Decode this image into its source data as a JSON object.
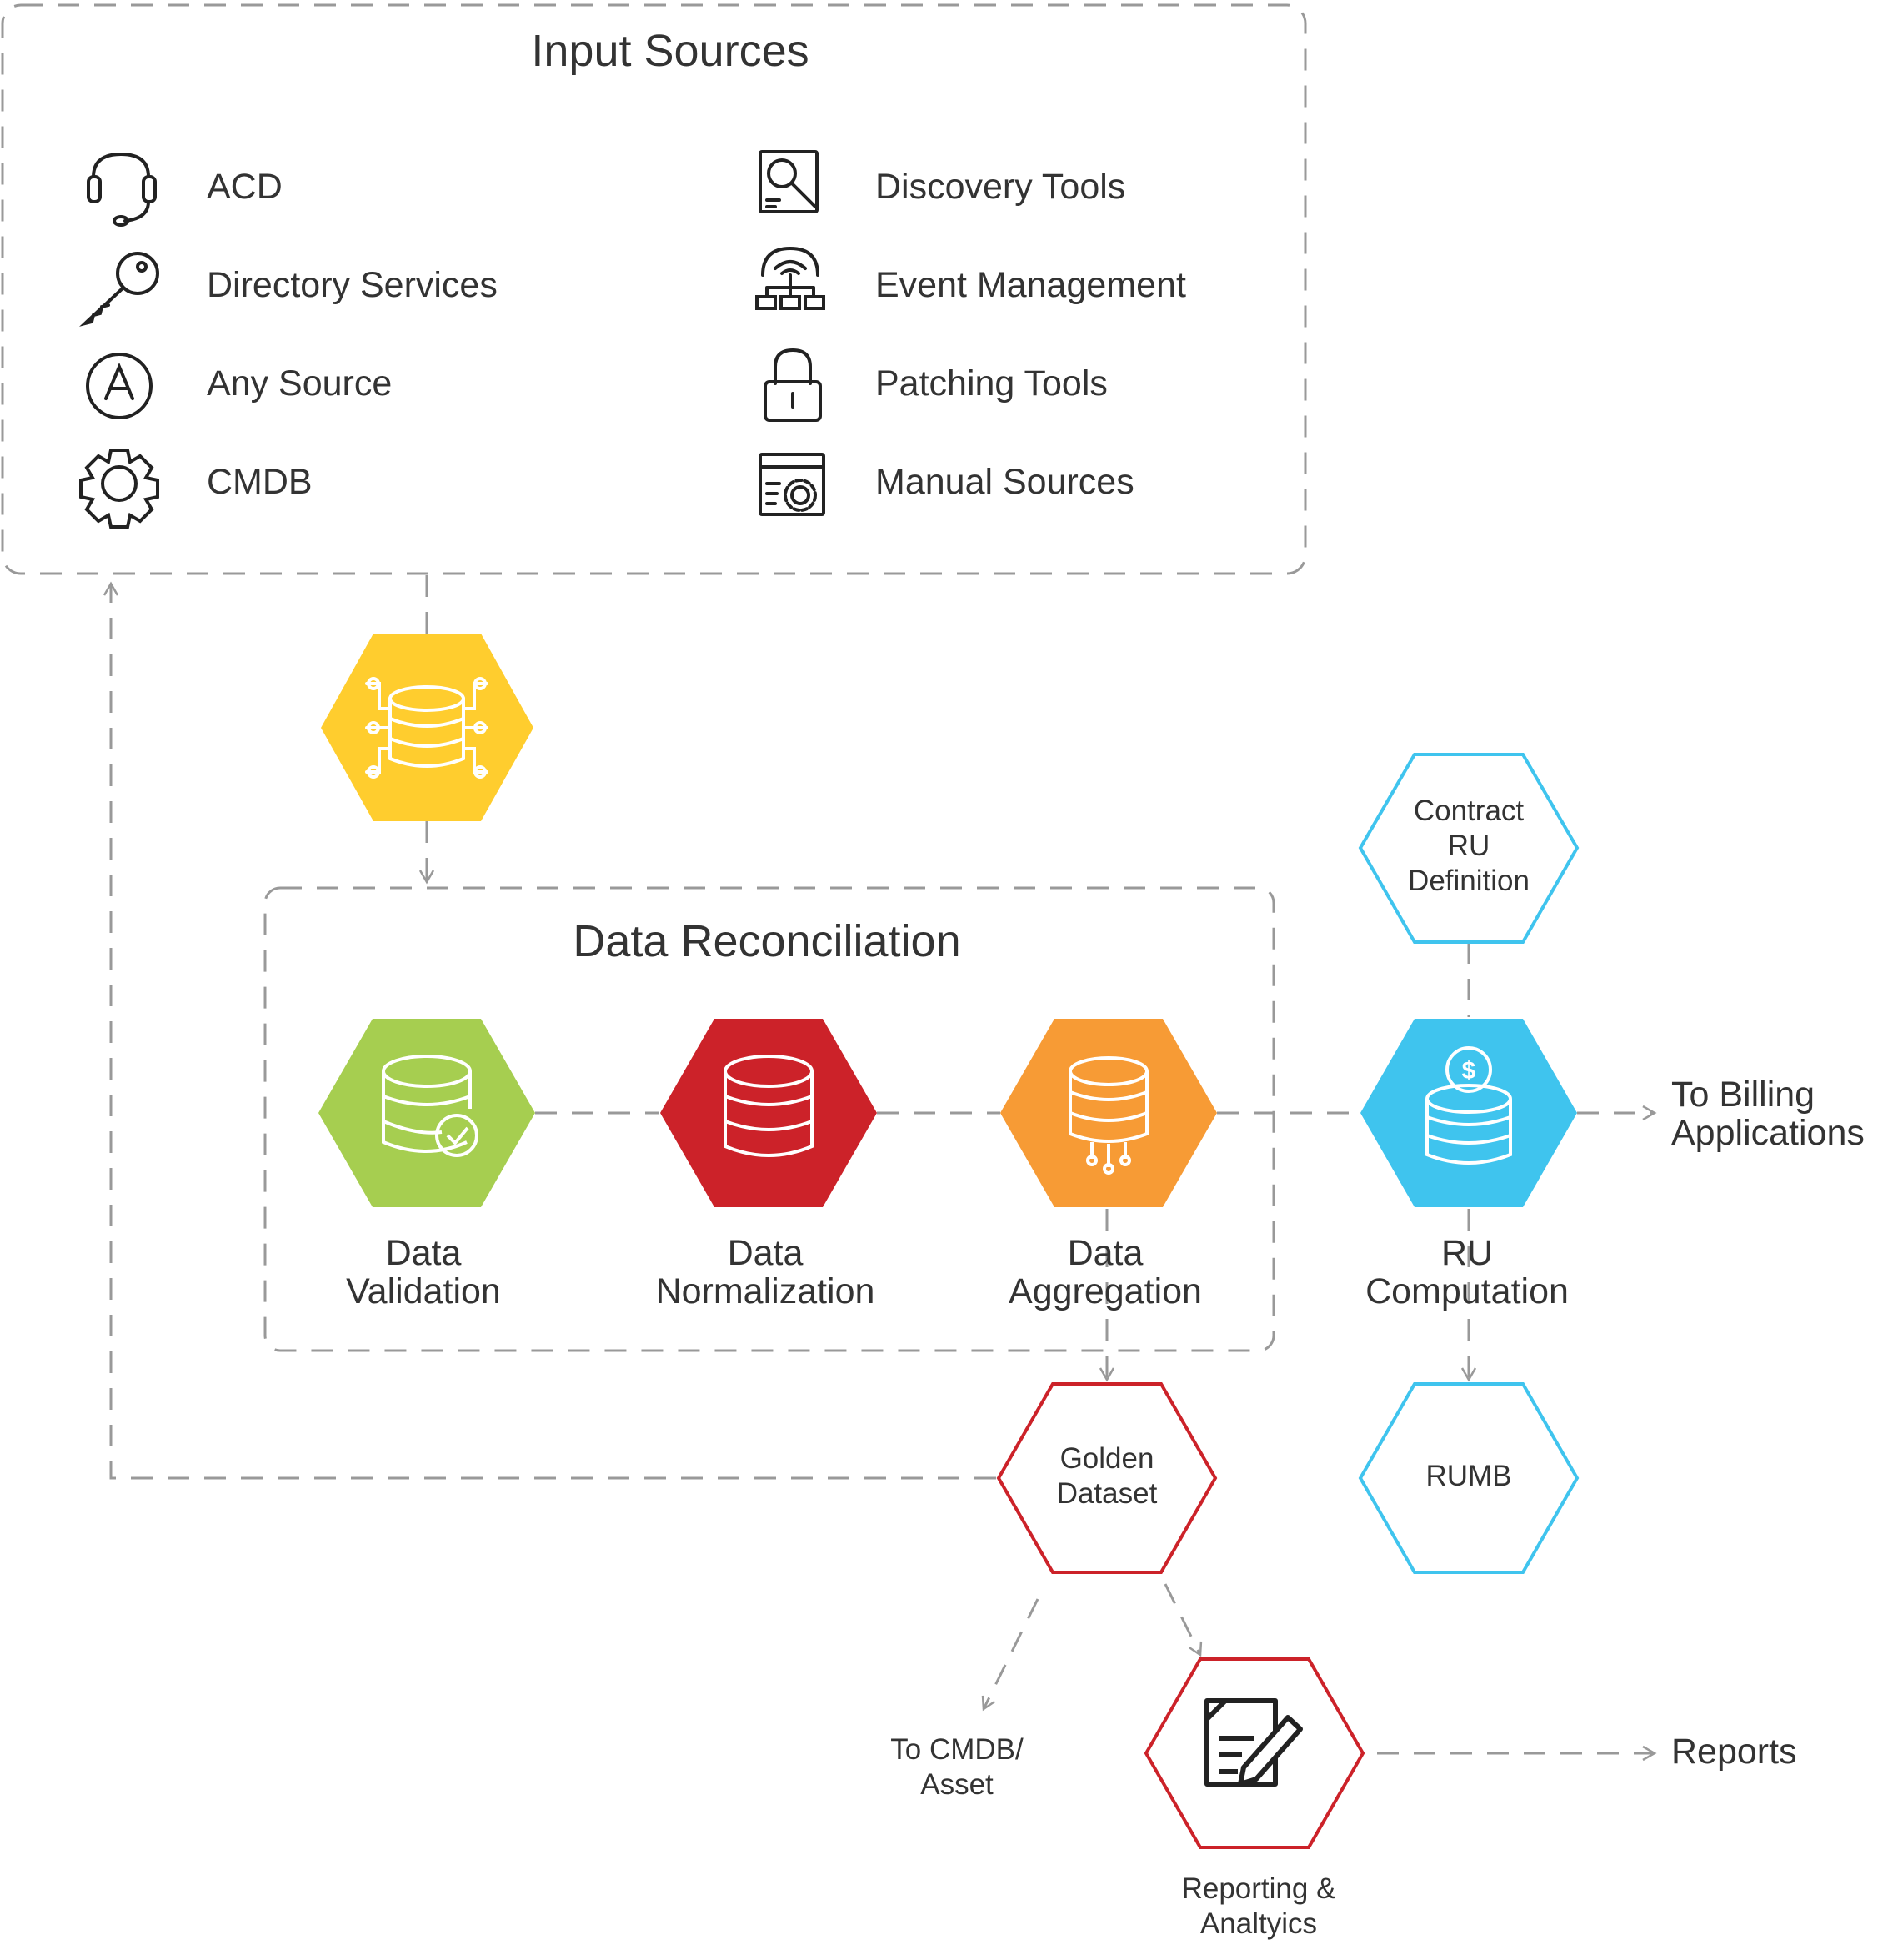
{
  "input_sources": {
    "title": "Input Sources",
    "left": [
      {
        "label": "ACD",
        "icon": "headset-icon"
      },
      {
        "label": "Directory Services",
        "icon": "key-icon"
      },
      {
        "label": "Any Source",
        "icon": "circle-a-icon"
      },
      {
        "label": "CMDB",
        "icon": "gear-icon"
      }
    ],
    "right": [
      {
        "label": "Discovery Tools",
        "icon": "document-search-icon"
      },
      {
        "label": "Event Management",
        "icon": "network-gear-icon"
      },
      {
        "label": "Patching Tools",
        "icon": "padlock-icon"
      },
      {
        "label": "Manual Sources",
        "icon": "browser-settings-icon"
      }
    ]
  },
  "reconciliation": {
    "title": "Data Reconciliation",
    "stages": [
      {
        "line1": "Data",
        "line2": "Validation",
        "color": "#A6CE50"
      },
      {
        "line1": "Data",
        "line2": "Normalization",
        "color": "#CC2229"
      },
      {
        "line1": "Data",
        "line2": "Aggregation",
        "color": "#F79B35"
      }
    ]
  },
  "integration_hub": {
    "color": "#FFCD2E",
    "icon": "database-network-icon"
  },
  "ru": {
    "contract": {
      "line1": "Contract",
      "line2": "RU",
      "line3": "Definition"
    },
    "computation": {
      "line1": "RU",
      "line2": "Computation",
      "color": "#3FC4EE"
    },
    "rumb": "RUMB",
    "outline_color": "#3FC4EE"
  },
  "outputs": {
    "billing": {
      "line1": "To Billing",
      "line2": "Applications"
    },
    "golden": {
      "line1": "Golden",
      "line2": "Dataset",
      "outline_color": "#CC2229"
    },
    "cmdb": {
      "line1": "To CMDB/",
      "line2": "Asset"
    },
    "reporting": {
      "line1": "Reporting &",
      "line2": "Analtyics",
      "icon": "edit-document-icon"
    },
    "reports": "Reports"
  }
}
